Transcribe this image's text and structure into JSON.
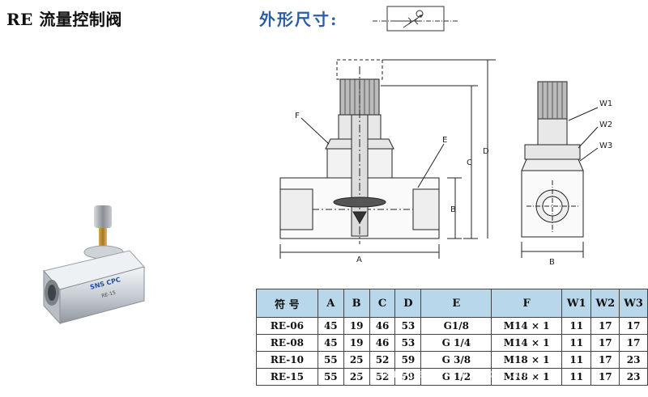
{
  "header": {
    "product_title": "RE 流量控制阀",
    "dimensions_title": "外形尺寸:"
  },
  "product_photo": {
    "brand_label": "SNS CPC",
    "model_label": "RE-15"
  },
  "drawing_labels": {
    "F": "F",
    "E": "E",
    "A": "A",
    "B": "B",
    "C": "C",
    "D": "D",
    "W1": "W1",
    "W2": "W2",
    "W3": "W3",
    "side_B": "B"
  },
  "table": {
    "headers": [
      "符 号",
      "A",
      "B",
      "C",
      "D",
      "E",
      "F",
      "W1",
      "W2",
      "W3"
    ],
    "rows": [
      [
        "RE-06",
        "45",
        "19",
        "46",
        "53",
        "G1/8",
        "M14 × 1",
        "11",
        "17",
        "17"
      ],
      [
        "RE-08",
        "45",
        "19",
        "46",
        "53",
        "G 1/4",
        "M14 × 1",
        "11",
        "17",
        "17"
      ],
      [
        "RE-10",
        "55",
        "25",
        "52",
        "59",
        "G 3/8",
        "M18 × 1",
        "11",
        "17",
        "23"
      ],
      [
        "RE-15",
        "55",
        "25",
        "52",
        "59",
        "G 1/2",
        "M18 × 1",
        "11",
        "17",
        "23"
      ]
    ]
  },
  "watermark": "sansenyuan.en.alibaba.com",
  "colors": {
    "title_blue": "#2a5fa8",
    "table_header_bg": "#b9d7ea"
  }
}
